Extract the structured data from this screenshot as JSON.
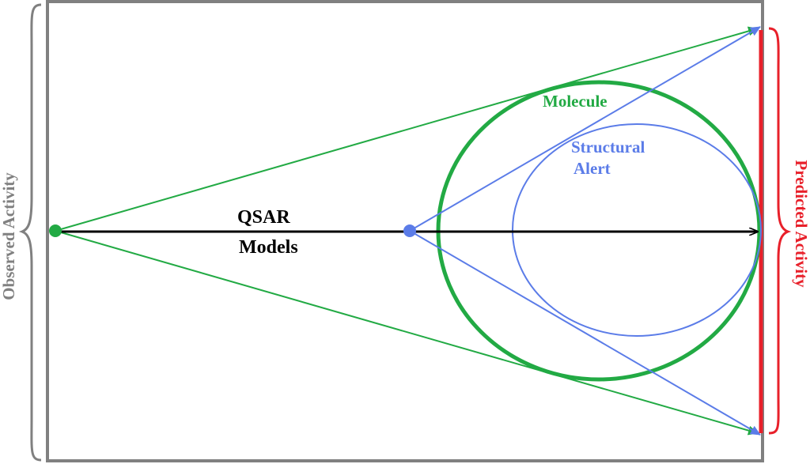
{
  "labels": {
    "observed_activity": "Observed Activity",
    "predicted_activity": "Predicted Activity",
    "qsar": "QSAR",
    "models": "Models",
    "molecule": "Molecule",
    "structural": "Structural",
    "alert": "Alert"
  },
  "colors": {
    "frame": "#808080",
    "green": "#22aa44",
    "blue": "#5b7ce8",
    "red": "#e8202a",
    "black": "#000000"
  }
}
